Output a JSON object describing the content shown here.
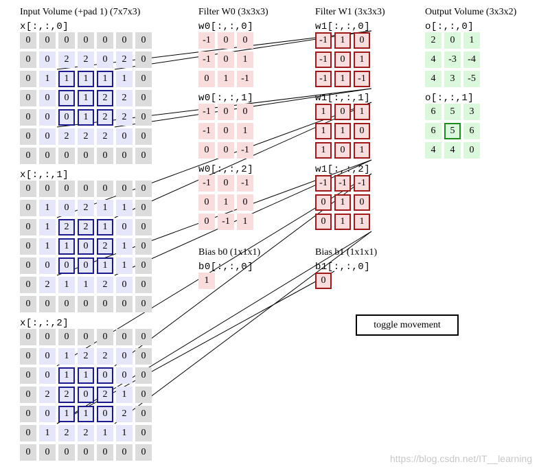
{
  "titles": {
    "input": "Input Volume (+pad 1) (7x7x3)",
    "filter_w0": "Filter W0 (3x3x3)",
    "filter_w1": "Filter W1 (3x3x3)",
    "output": "Output Volume (3x3x2)",
    "bias_b0": "Bias b0 (1x1x1)",
    "bias_b1": "Bias b1 (1x1x1)"
  },
  "input_labels": [
    "x[:,:,0]",
    "x[:,:,1]",
    "x[:,:,2]"
  ],
  "input": [
    [
      [
        0,
        0,
        0,
        0,
        0,
        0,
        0
      ],
      [
        0,
        0,
        2,
        2,
        0,
        2,
        0
      ],
      [
        0,
        1,
        1,
        1,
        1,
        1,
        0
      ],
      [
        0,
        0,
        0,
        1,
        2,
        2,
        0
      ],
      [
        0,
        0,
        0,
        1,
        2,
        2,
        0
      ],
      [
        0,
        0,
        2,
        2,
        2,
        0,
        0
      ],
      [
        0,
        0,
        0,
        0,
        0,
        0,
        0
      ]
    ],
    [
      [
        0,
        0,
        0,
        0,
        0,
        0,
        0
      ],
      [
        0,
        1,
        0,
        2,
        1,
        1,
        0
      ],
      [
        0,
        1,
        2,
        2,
        1,
        0,
        0
      ],
      [
        0,
        1,
        1,
        0,
        2,
        1,
        0
      ],
      [
        0,
        0,
        0,
        0,
        1,
        1,
        0
      ],
      [
        0,
        2,
        1,
        1,
        2,
        0,
        0
      ],
      [
        0,
        0,
        0,
        0,
        0,
        0,
        0
      ]
    ],
    [
      [
        0,
        0,
        0,
        0,
        0,
        0,
        0
      ],
      [
        0,
        0,
        1,
        2,
        2,
        0,
        0
      ],
      [
        0,
        0,
        1,
        1,
        0,
        0,
        0
      ],
      [
        0,
        2,
        2,
        0,
        2,
        1,
        0
      ],
      [
        0,
        0,
        1,
        1,
        0,
        2,
        0
      ],
      [
        0,
        1,
        2,
        2,
        1,
        1,
        0
      ],
      [
        0,
        0,
        0,
        0,
        0,
        0,
        0
      ]
    ]
  ],
  "w0_labels": [
    "w0[:,:,0]",
    "w0[:,:,1]",
    "w0[:,:,2]"
  ],
  "w0": [
    [
      [
        -1,
        0,
        0
      ],
      [
        -1,
        0,
        1
      ],
      [
        0,
        1,
        -1
      ]
    ],
    [
      [
        -1,
        0,
        0
      ],
      [
        -1,
        0,
        1
      ],
      [
        0,
        0,
        -1
      ]
    ],
    [
      [
        -1,
        0,
        -1
      ],
      [
        0,
        1,
        0
      ],
      [
        0,
        -1,
        1
      ]
    ]
  ],
  "w1_labels": [
    "w1[:,:,0]",
    "w1[:,:,1]",
    "w1[:,:,2]"
  ],
  "w1": [
    [
      [
        -1,
        1,
        0
      ],
      [
        -1,
        0,
        1
      ],
      [
        -1,
        1,
        -1
      ]
    ],
    [
      [
        1,
        0,
        1
      ],
      [
        1,
        1,
        0
      ],
      [
        1,
        0,
        1
      ]
    ],
    [
      [
        -1,
        -1,
        -1
      ],
      [
        0,
        1,
        0
      ],
      [
        0,
        1,
        1
      ]
    ]
  ],
  "bias_b0_label": "b0[:,:,0]",
  "bias_b0": 1,
  "bias_b1_label": "b1[:,:,0]",
  "bias_b1": 0,
  "output_labels": [
    "o[:,:,0]",
    "o[:,:,1]"
  ],
  "output": [
    [
      [
        2,
        0,
        1
      ],
      [
        4,
        -3,
        -4
      ],
      [
        4,
        3,
        -5
      ]
    ],
    [
      [
        6,
        5,
        3
      ],
      [
        6,
        5,
        6
      ],
      [
        4,
        4,
        0
      ]
    ]
  ],
  "toggle_label": "toggle movement",
  "watermark": "https://blog.csdn.net/IT__learning",
  "colors": {
    "input_cell": "#e6e6fa",
    "pad_cell": "#dcdcdc",
    "filter_cell": "#f9dcdc",
    "output_cell": "#dcf8dc",
    "input_highlight": "#1a1a8c",
    "filter_highlight": "#a01818",
    "output_highlight": "#1c8c1c"
  }
}
